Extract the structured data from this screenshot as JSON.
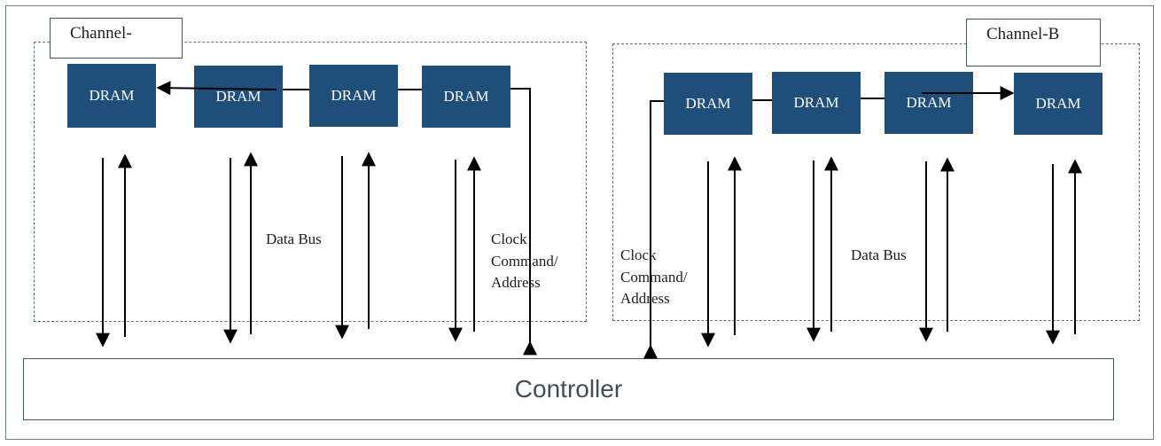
{
  "channel_a": {
    "label": "Channel-",
    "drams": [
      "DRAM",
      "DRAM",
      "DRAM",
      "DRAM"
    ],
    "data_bus_label": "Data Bus",
    "clock_label": [
      "Clock",
      "Command/",
      "Address"
    ]
  },
  "channel_b": {
    "label": "Channel-B",
    "drams": [
      "DRAM",
      "DRAM",
      "DRAM",
      "DRAM"
    ],
    "data_bus_label": "Data Bus",
    "clock_label": [
      "Clock",
      "Command/",
      "Address"
    ]
  },
  "controller": {
    "label": "Controller"
  },
  "colors": {
    "dram_fill": "#1f4e7a",
    "line": "#000000",
    "border": "#3d5a72"
  }
}
